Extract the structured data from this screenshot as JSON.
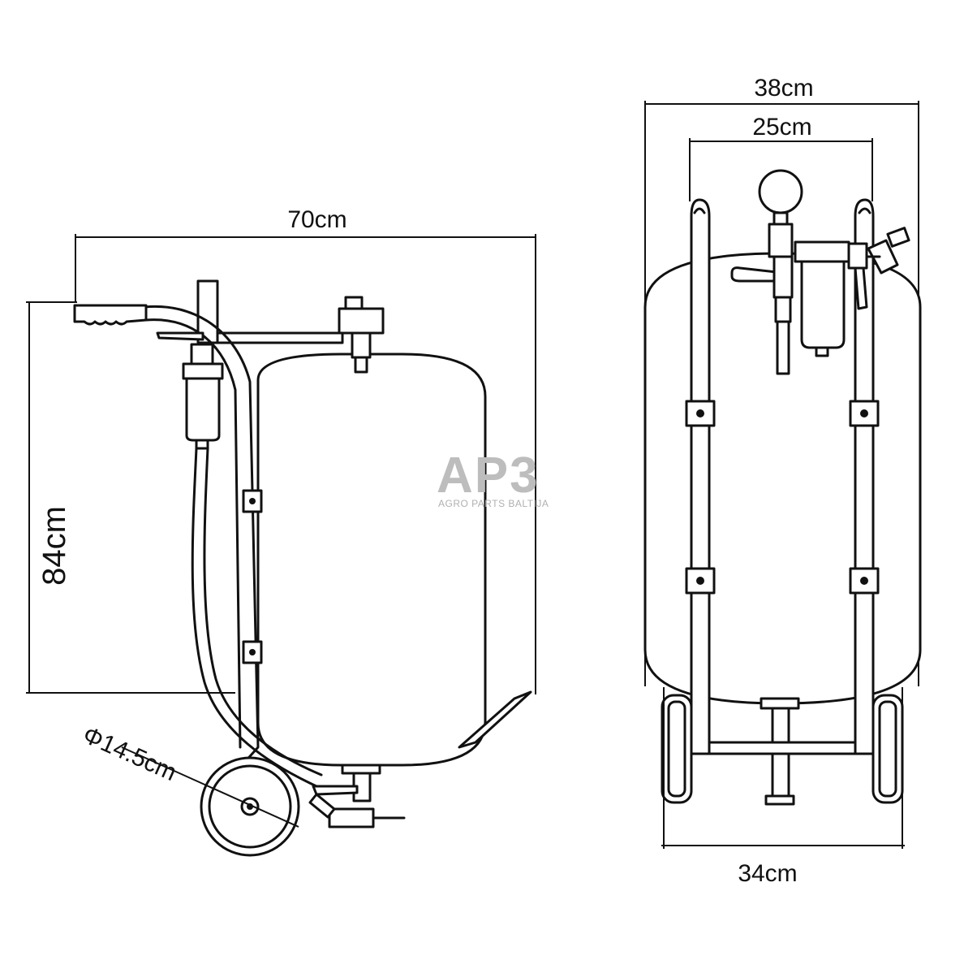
{
  "dimensions": {
    "side_width": "70cm",
    "side_height": "84cm",
    "wheel_diameter": "Φ14.5cm",
    "front_width_outer": "38cm",
    "front_width_inner": "25cm",
    "front_base_width": "34cm"
  },
  "watermark": {
    "logo_text": "AP3",
    "logo_subtitle": "AGRO PARTS BALTIJA"
  },
  "colors": {
    "line": "#111111",
    "watermark": "#bdbdbd"
  }
}
